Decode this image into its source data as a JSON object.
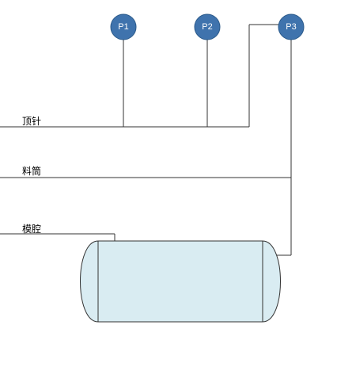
{
  "colors": {
    "gauge_fill": "#3f73ad",
    "tank_fill": "#d9ecf2",
    "line": "#333333"
  },
  "gauges": [
    {
      "label": "P1"
    },
    {
      "label": "P2"
    },
    {
      "label": "P3"
    }
  ],
  "lines": [
    {
      "label": "顶针"
    },
    {
      "label": "料筒"
    },
    {
      "label": "模腔"
    }
  ],
  "vessel": {
    "type": "horizontal-tank"
  }
}
